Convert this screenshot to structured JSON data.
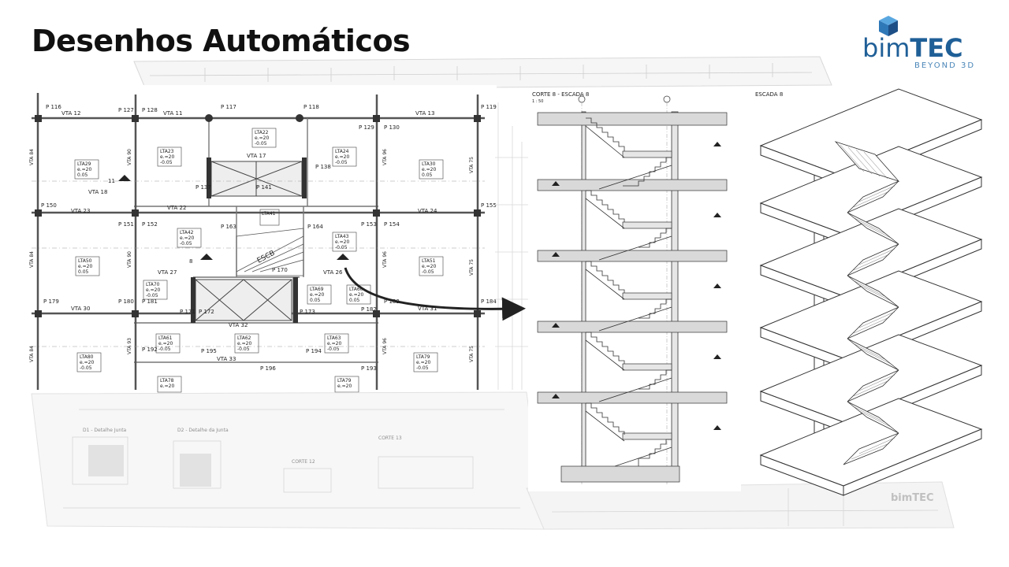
{
  "slide": {
    "title": "Desenhos Automáticos"
  },
  "logo": {
    "name_part1": "bim",
    "name_part2": "TEC",
    "tagline": "BEYOND 3D"
  },
  "section_view": {
    "title": "CORTE 8 - ESCADA 8",
    "scale": "1 : 50"
  },
  "iso_view": {
    "title": "ESCADA 8"
  },
  "floor_plan": {
    "labels": {
      "p116": "P 116",
      "p127": "P 127",
      "p128": "P 128",
      "p117": "P 117",
      "p118": "P 118",
      "p119": "P 119",
      "p129": "P 129",
      "p130": "P 130",
      "p150": "P 150",
      "p151": "P 151",
      "p152": "P 152",
      "p163": "P 163",
      "p164": "P 164",
      "p153": "P 153",
      "p154": "P 154",
      "p155": "P 155",
      "p137": "P 137",
      "p138": "P 138",
      "p141": "P 141",
      "p170": "P 170",
      "p179": "P 179",
      "p180": "P 180",
      "p181": "P 181",
      "p171": "P 171",
      "p172": "P 172",
      "p173": "P 173",
      "p182": "P 182",
      "p183": "P 183",
      "p184": "P 184",
      "p192": "P 192",
      "p195": "P 195",
      "p194": "P 194",
      "p193": "P 193",
      "p196": "P 196",
      "vta12": "VTA 12",
      "vta11": "VTA 11",
      "vta13": "VTA 13",
      "vta17": "VTA 17",
      "vta18": "VTA 18",
      "vta23": "VTA 23",
      "vta22": "VTA 22",
      "vta24": "VTA 24",
      "vta27": "VTA 27",
      "vta26": "VTA 26",
      "vta30": "VTA 30",
      "vta31": "VTA 31",
      "vta32": "VTA 32",
      "vta33": "VTA 33",
      "lta22": "LTA22",
      "lta23": "LTA23",
      "lta24": "LTA24",
      "lta29": "LTA29",
      "lta30": "LTA30",
      "lta41": "LTA41",
      "lta42": "LTA42",
      "lta43": "LTA43",
      "lta50": "LTA50",
      "lta51": "LTA51",
      "lta60": "LTA60",
      "lta61": "LTA61",
      "lta62": "LTA62",
      "lta63": "LTA63",
      "lta69": "LTA69",
      "lta70": "LTA70",
      "lta78": "LTA78",
      "lta79": "LTA79",
      "lta80": "LTA80",
      "slab_e": "e.=20",
      "slab_lvl1": "-0.05",
      "slab_lvl2": "0.05",
      "escb": "ESCB",
      "d11": "11",
      "d8": "8"
    }
  },
  "detail_sheet": {
    "titles": {
      "d1": "D1 - Detalhe Junta",
      "d2": "D2 - Detalhe da Junta",
      "corte": "CORTE 13",
      "corte2": "CORTE 12"
    }
  },
  "title_block": {
    "company": "bimTEC"
  }
}
